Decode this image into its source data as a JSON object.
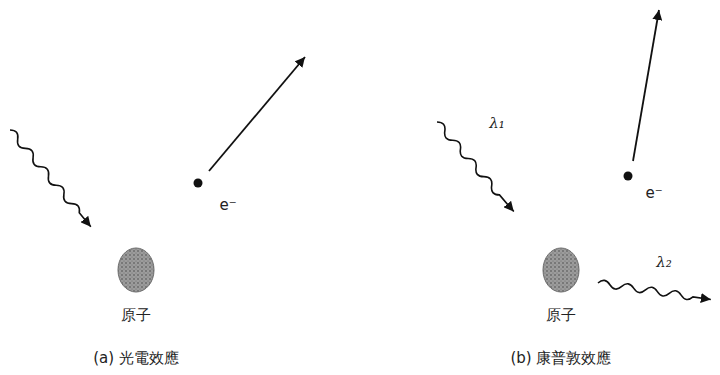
{
  "diagram": {
    "nodes": [
      {
        "text": [
          "原子"
        ]
      },
      {
        "text": [
          "原子"
        ]
      }
    ],
    "labels": [
      "e⁻",
      "(a) 光電效應",
      "λ₁",
      "e⁻",
      "λ₂",
      "(b) 康普敦效應"
    ]
  }
}
